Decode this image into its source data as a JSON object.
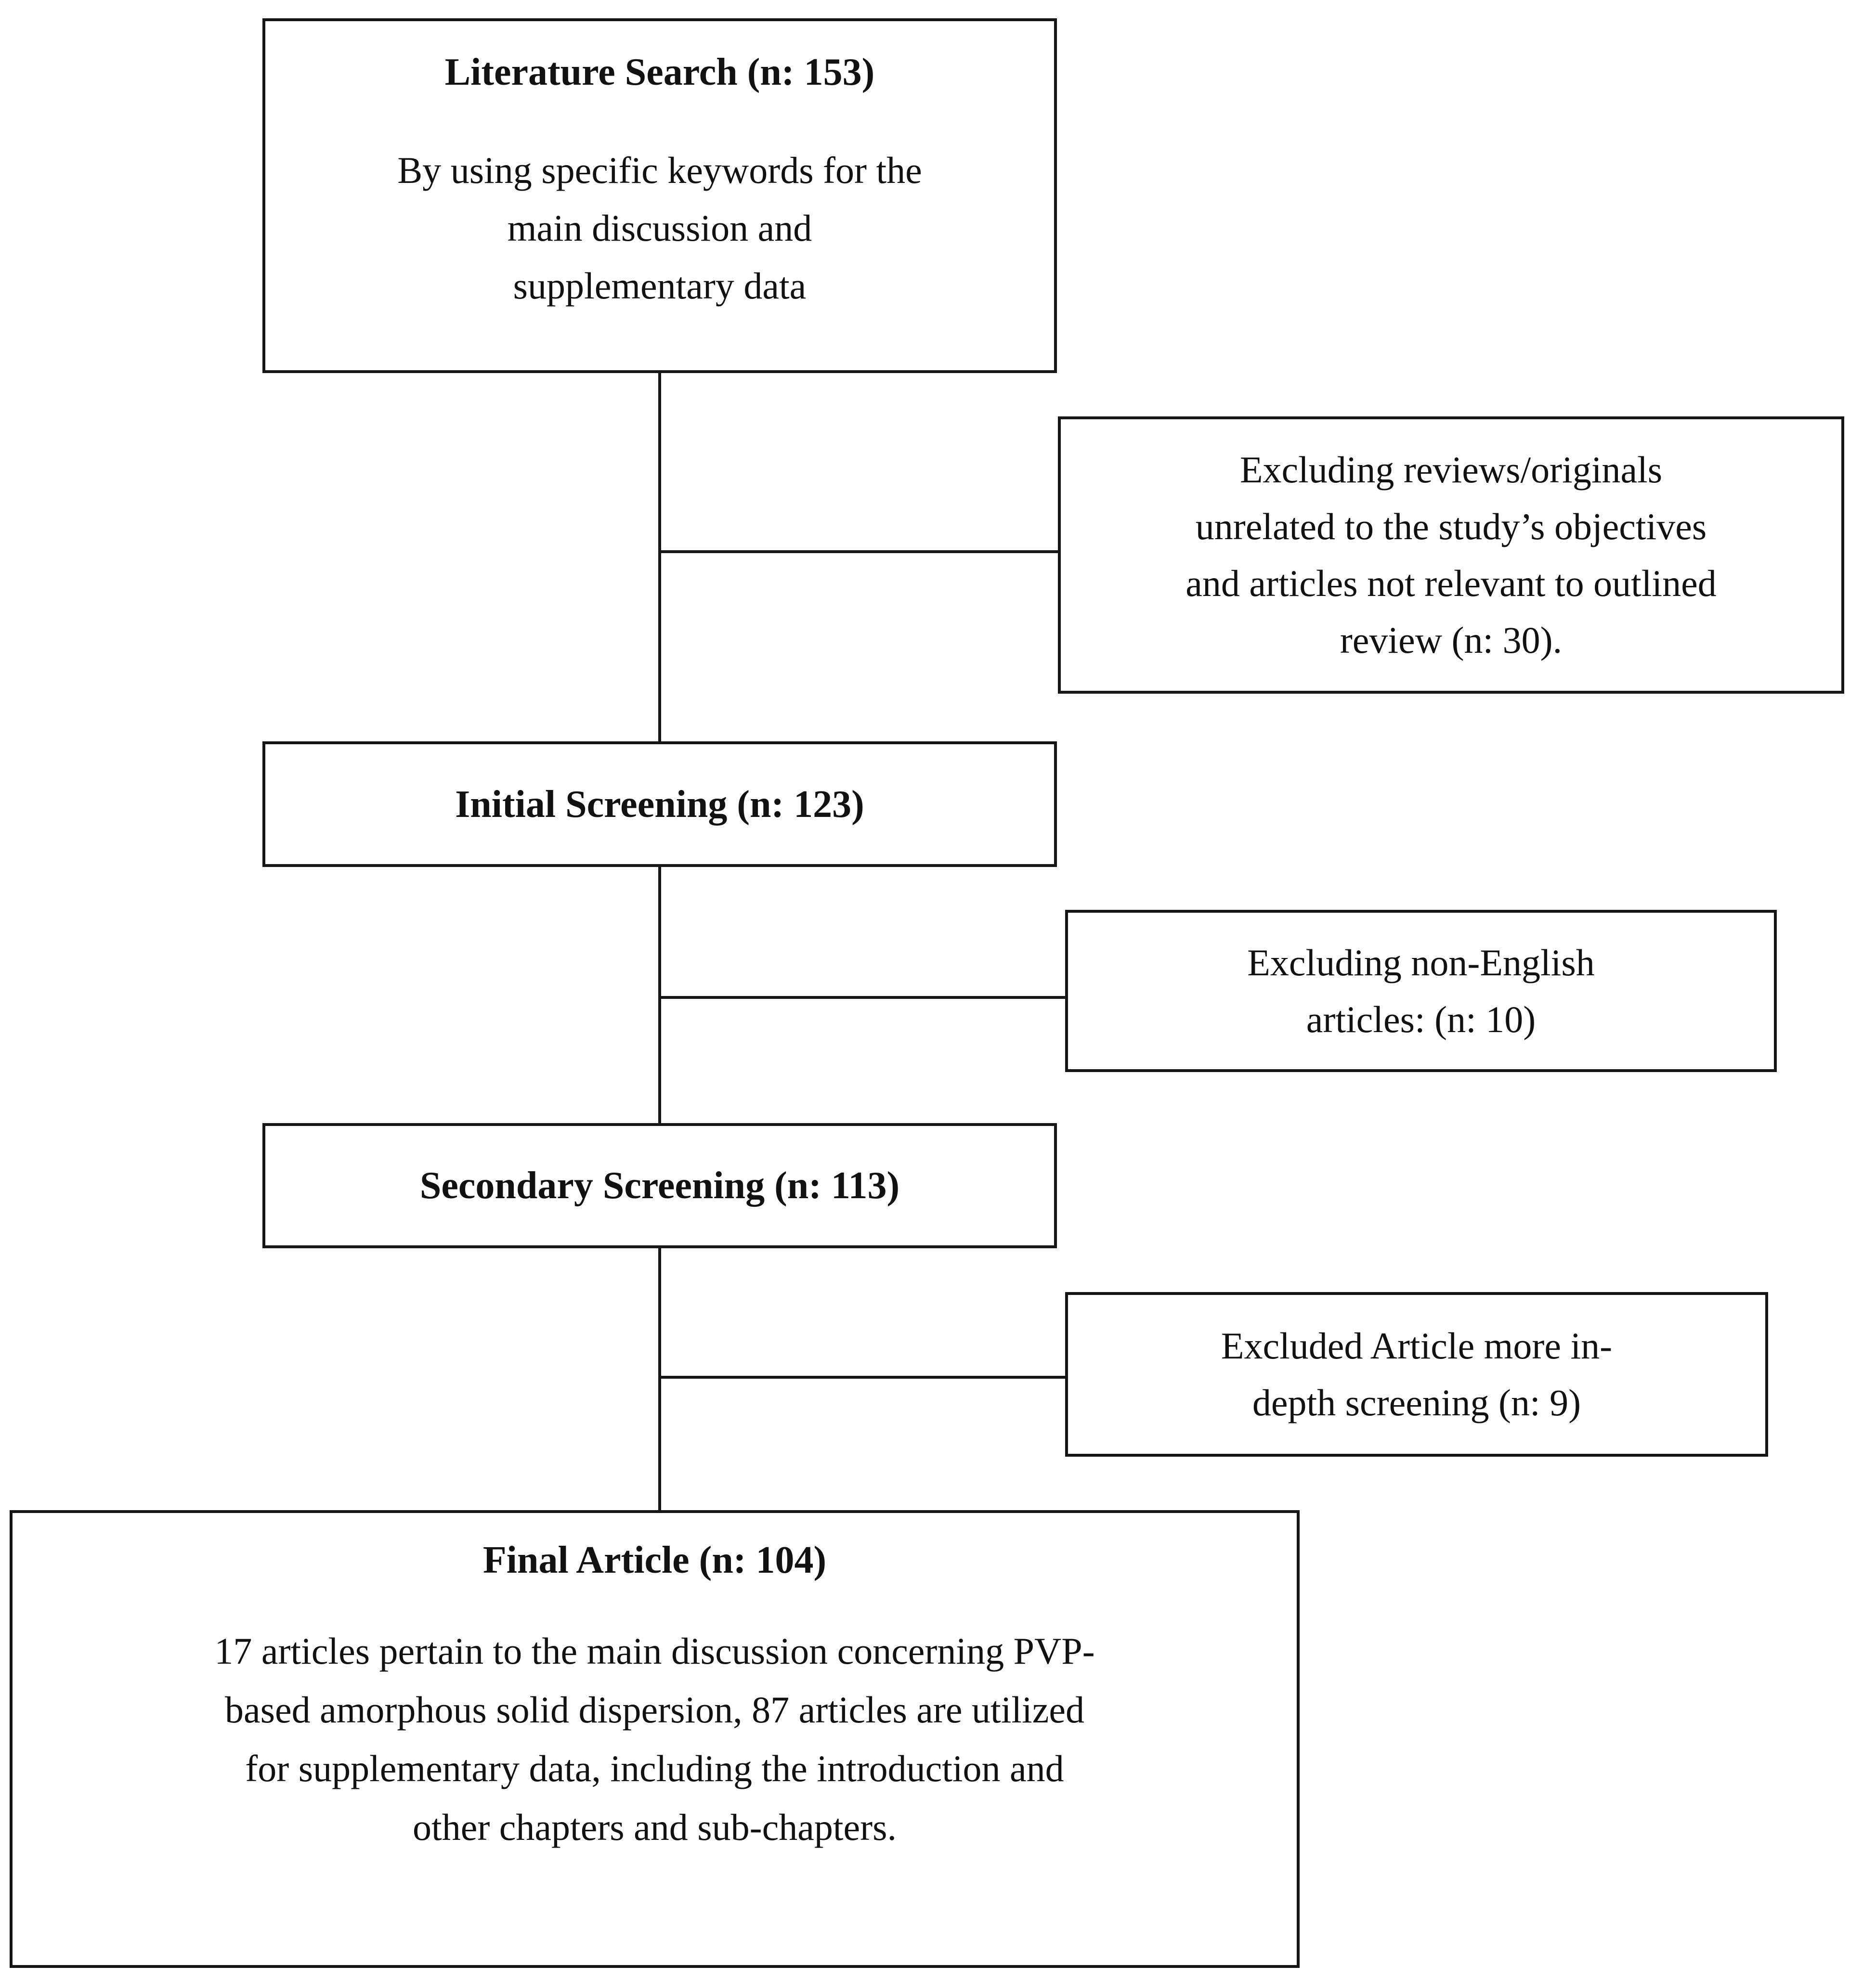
{
  "figure": {
    "background_color": "#ffffff",
    "line_color": "#161616",
    "text_color": "#111111"
  },
  "flow": {
    "literature_search": {
      "title": "Literature Search (n: 153)",
      "body_lines": [
        "By using specific keywords for the",
        "main discussion and",
        "supplementary data"
      ]
    },
    "initial_screening": {
      "title": "Initial Screening (n: 123)"
    },
    "secondary_screening": {
      "title": "Secondary Screening (n: 113)"
    },
    "final_article": {
      "title": "Final Article (n: 104)",
      "body_lines": [
        "17 articles pertain to the main discussion concerning PVP-",
        "based amorphous solid dispersion, 87 articles are utilized",
        "for supplementary data, including the introduction and",
        "other chapters and sub-chapters."
      ]
    }
  },
  "exclusions": {
    "reviews_originals": {
      "lines": [
        "Excluding reviews/originals",
        "unrelated to the study’s objectives",
        "and articles not relevant to outlined",
        "review (n: 30)."
      ]
    },
    "non_english": {
      "lines": [
        "Excluding non-English",
        "articles: (n: 10)"
      ]
    },
    "in_depth": {
      "lines": [
        "Excluded Article more in-",
        "depth screening (n: 9)"
      ]
    }
  }
}
